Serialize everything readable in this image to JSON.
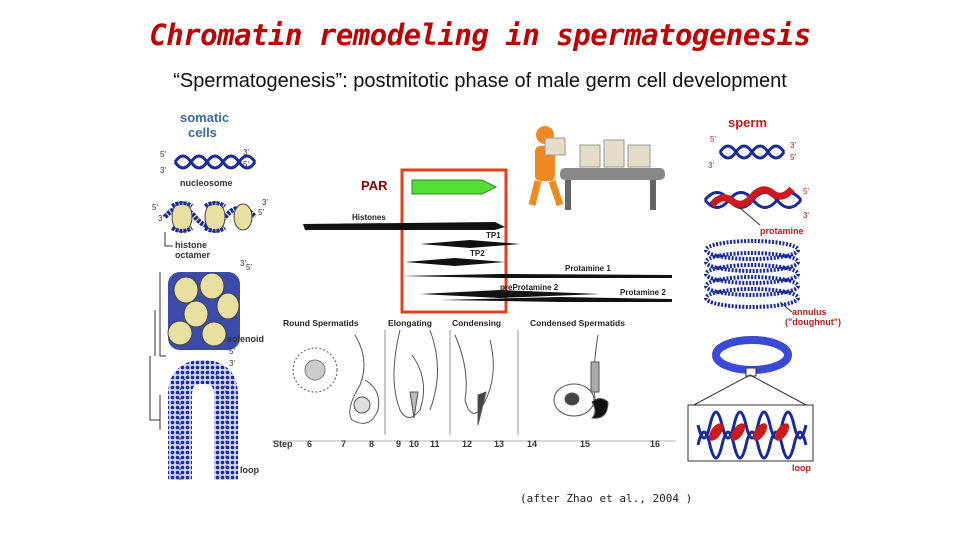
{
  "slide": {
    "title": "Chromatin remodeling in spermatogenesis",
    "subtitle": "“Spermatogenesis”: postmitotic phase of male germ cell development",
    "citation": "(after Zhao et al., 2004 )"
  },
  "left_panel": {
    "header": "somatic\ncells",
    "nucleosome": "nucleosome",
    "histone_octamer": "histone\noctamer",
    "solenoid": "solenoid",
    "loop": "loop",
    "end_3": "3'",
    "end_5": "5'"
  },
  "right_panel": {
    "header": "sperm",
    "protamine": "protamine",
    "annulus": "annulus\n(\"doughnut\")",
    "loop": "loop",
    "end_3": "3'",
    "end_5": "5'"
  },
  "center_panel": {
    "par_label": "PAR",
    "proteins": [
      "Histones",
      "TP1",
      "TP2",
      "Protamine 1",
      "preProtamine 2",
      "Protamine 2"
    ],
    "stages": [
      "Round Spermatids",
      "Elongating",
      "Condensing",
      "Condensed Spermatids"
    ],
    "step_label": "Step",
    "steps": [
      "6",
      "7",
      "8",
      "9",
      "10",
      "11",
      "12",
      "13",
      "14",
      "15",
      "16"
    ]
  },
  "colors": {
    "title": "#c00000",
    "highlight_box": "#e0401a",
    "par_arrow": "#55dd33",
    "dna": "#1a2a9a",
    "protamine": "#cc1a1a",
    "histone": "#e8e0a0"
  }
}
